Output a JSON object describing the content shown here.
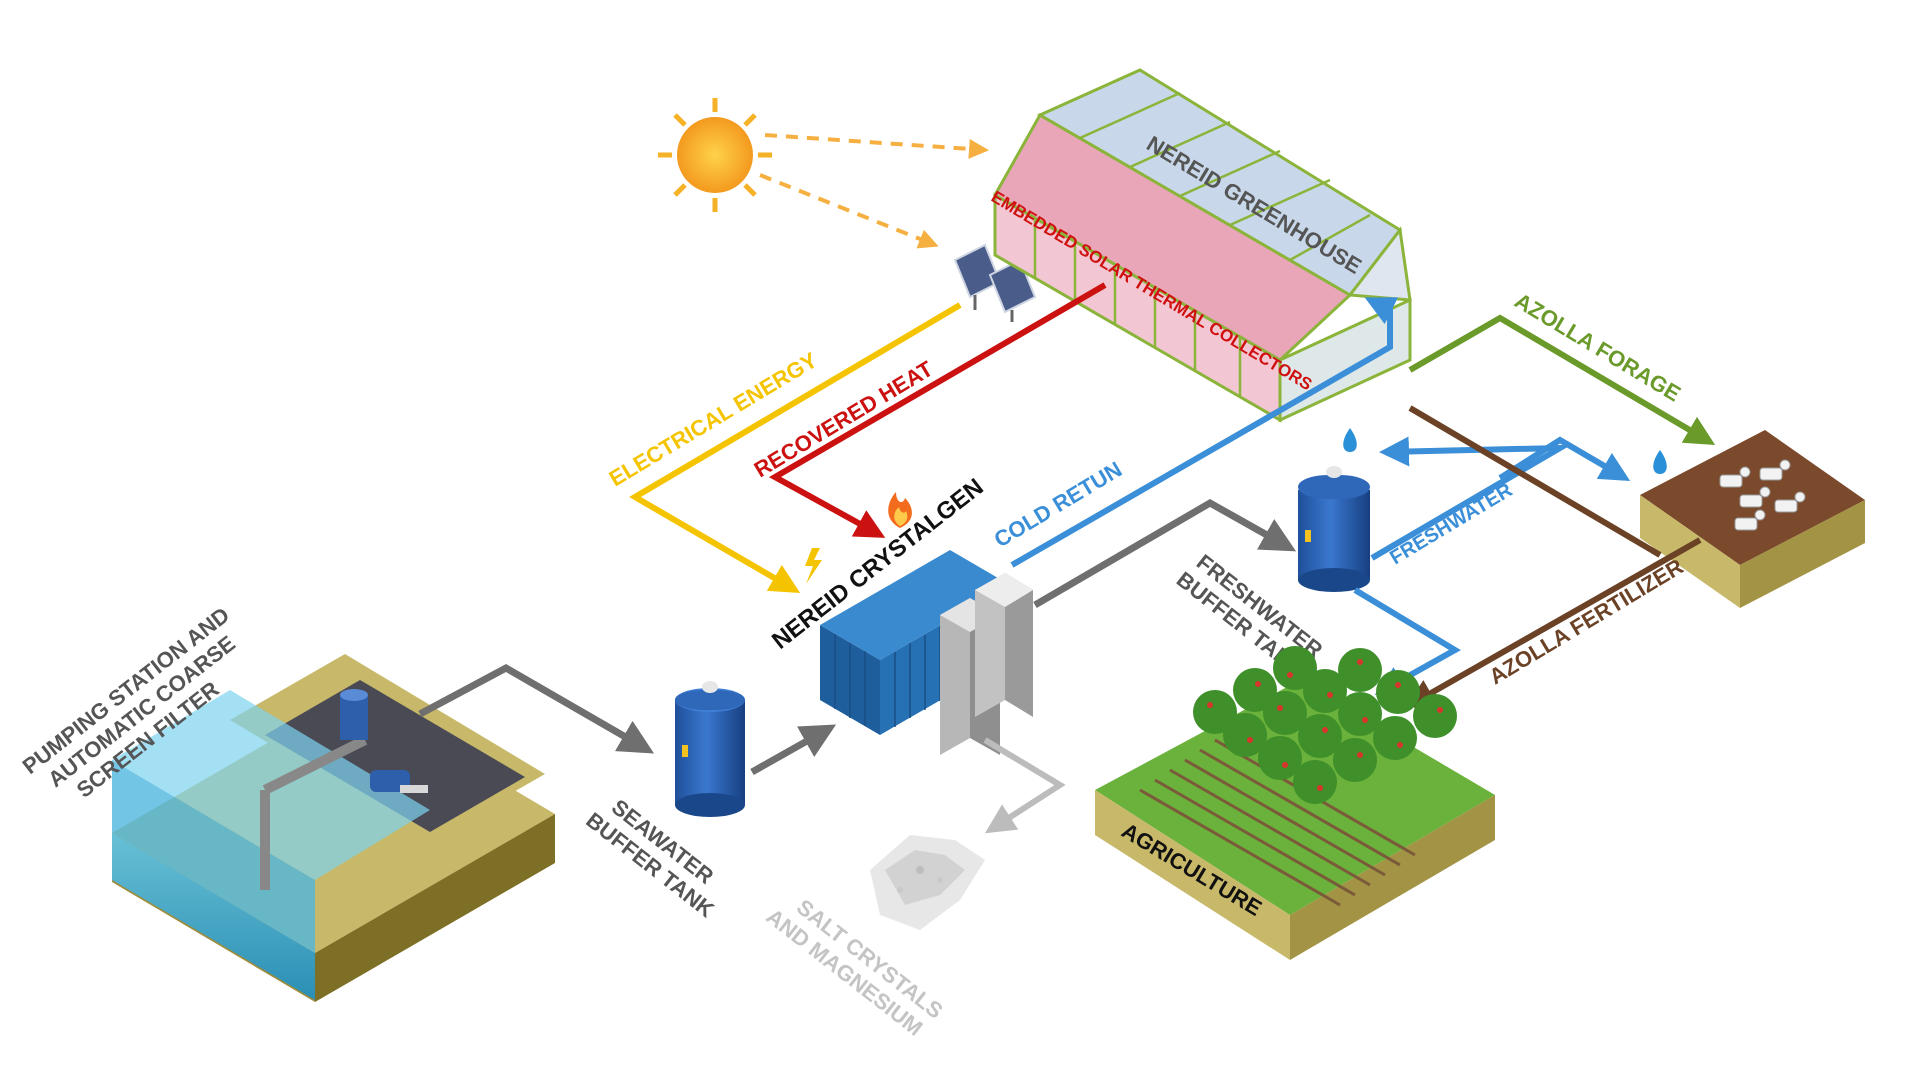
{
  "labels": {
    "pumping_station": [
      "PUMPING STATION AND",
      "AUTOMATIC COARSE",
      "SCREEN FILTER"
    ],
    "seawater_tank": [
      "SEAWATER",
      "BUFFER TANK"
    ],
    "crystalgen": "NEREID CRYSTALGEN",
    "salt": [
      "SALT CRYSTALS",
      "AND MAGNESIUM"
    ],
    "freshwater_tank": [
      "FRESHWATER",
      "BUFFER TANK"
    ],
    "greenhouse": "NEREID GREENHOUSE",
    "solar_collectors": "EMBEDDED SOLAR THERMAL COLLECTORS",
    "agriculture": "AGRICULTURE"
  },
  "flows": {
    "electrical_energy": "ELECTRICAL ENERGY",
    "recovered_heat": "RECOVERED HEAT",
    "cold_return": "COLD RETUN",
    "freshwater": "FRESHWATER",
    "azolla_forage": "AZOLLA FORAGE",
    "azolla_fertilizer": "AZOLLA FERTILIZER"
  },
  "colors": {
    "electrical": "#f5c400",
    "heat": "#cc1111",
    "water": "#3a8fd8",
    "forage": "#6a9a2a",
    "fertilizer": "#6b4226",
    "grey_flow": "#6f6f6f",
    "salt_text": "#c4c4c4"
  },
  "icons": [
    "sun-icon",
    "solar-panel-icon",
    "lightning-icon",
    "flame-icon",
    "water-drop-icon",
    "cow-icon",
    "tree-icon"
  ]
}
